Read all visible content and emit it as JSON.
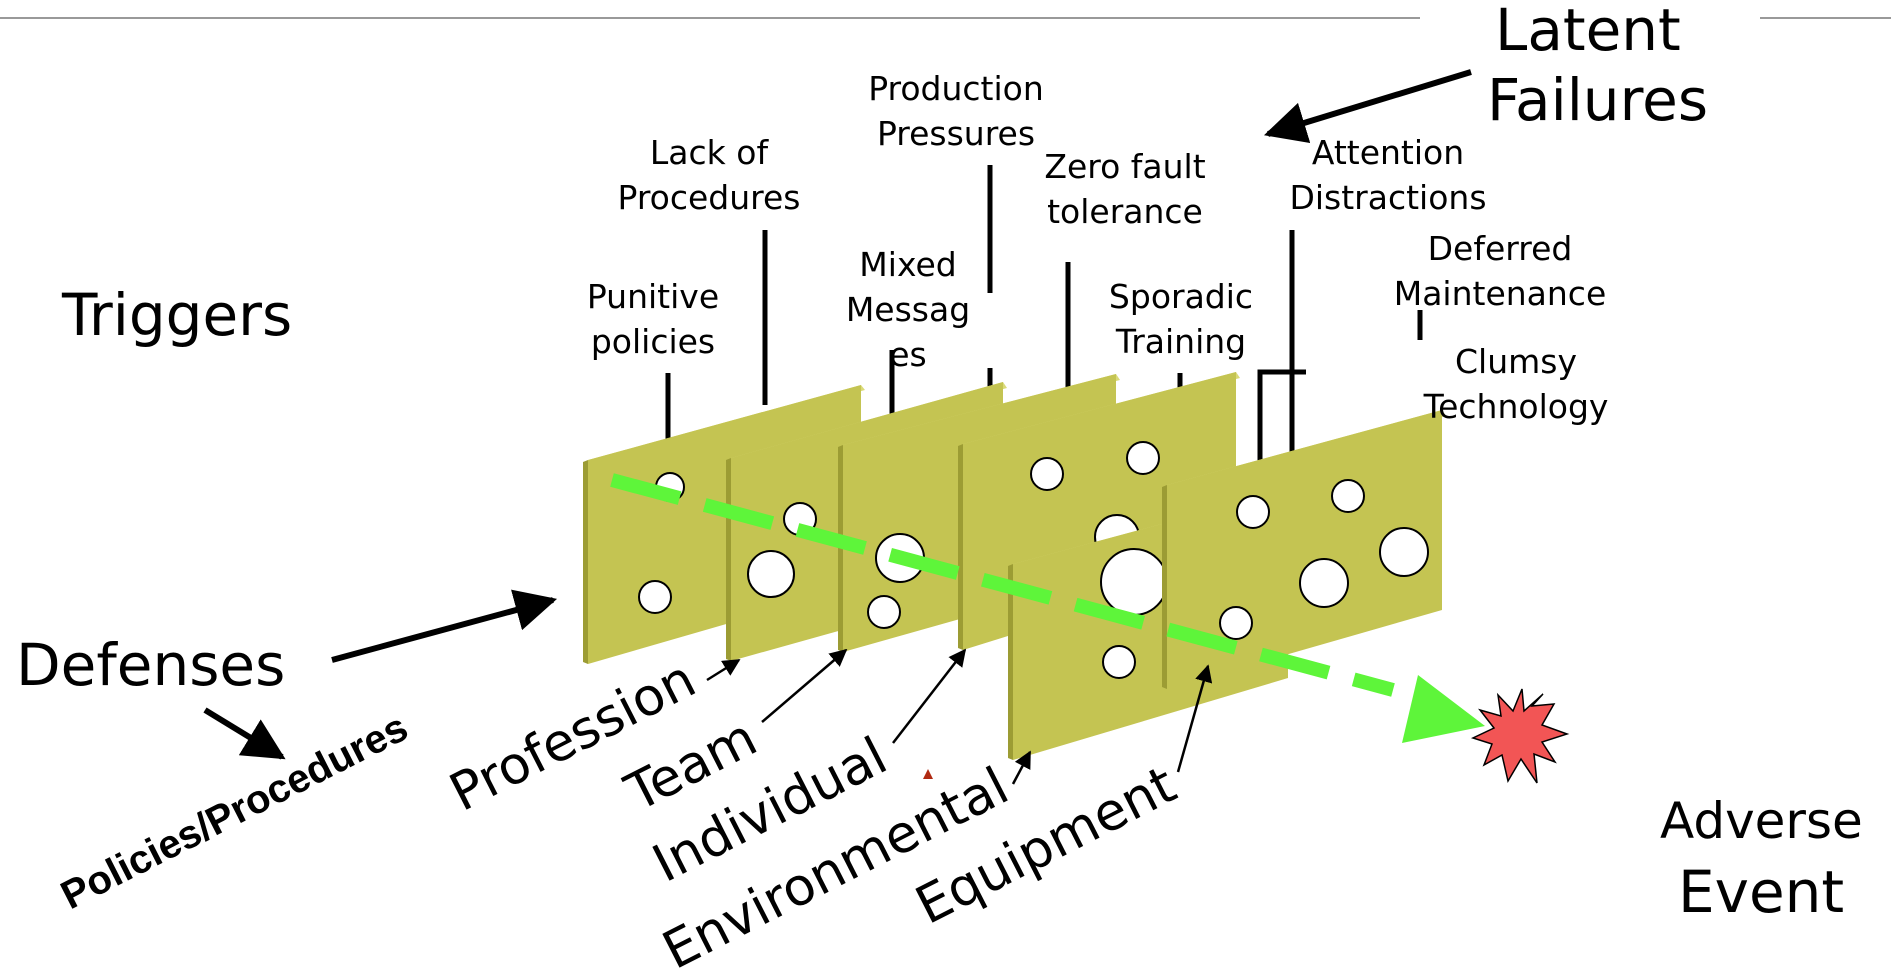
{
  "labels": {
    "triggers": "Triggers",
    "latent_failures_line1": "Latent",
    "latent_failures_line2": "Failures",
    "defenses": "Defenses",
    "adverse_event_line1": "Adverse",
    "adverse_event_line2": "Event"
  },
  "latent_failures": [
    {
      "line1": "Punitive",
      "line2": "policies"
    },
    {
      "line1": "Lack of",
      "line2": "Procedures"
    },
    {
      "line1": "Mixed",
      "line2": "Messag",
      "line3": "es"
    },
    {
      "line1": "Production",
      "line2": "Pressures"
    },
    {
      "line1": "Zero fault",
      "line2": "tolerance"
    },
    {
      "line1": "Sporadic",
      "line2": "Training"
    },
    {
      "line1": "Attention",
      "line2": "Distractions"
    },
    {
      "line1": "Deferred",
      "line2": "Maintenance"
    },
    {
      "line1": "Clumsy",
      "line2": "Technology"
    }
  ],
  "defense_layers": [
    "Policies/Procedures",
    "Profession",
    "Team",
    "Individual",
    "Environmental",
    "Equipment"
  ],
  "colors": {
    "slice_face": "#c4c452",
    "slice_edge": "#9c9c34",
    "trajectory": "#5ef53a",
    "adverse_event": "#f25555"
  }
}
